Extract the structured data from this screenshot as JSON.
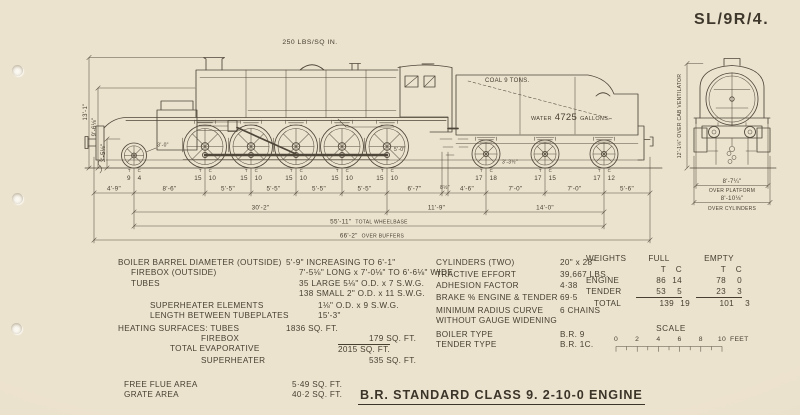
{
  "page": {
    "drawing_number": "SL/9R/4.",
    "title": "B.R. STANDARD CLASS 9. 2-10-0 ENGINE"
  },
  "drawing": {
    "pressure": "250 LBS/SQ IN.",
    "coal": "COAL 9 TONS.",
    "water_word": "WATER",
    "water_value": "4725",
    "water_unit": "GALLONS.",
    "heights": {
      "chimney": "13'-1\"",
      "boiler": "9'-6⅛\"",
      "platform": "3'-5⅛\""
    },
    "wheel_dia": {
      "pony": "3'-0\"",
      "driver": "5'-0\"",
      "tender": "3'-3½\""
    },
    "axle_header": {
      "tons": "T",
      "cwt": "C"
    },
    "engine_axles": [
      {
        "t": "9",
        "c": "4"
      },
      {
        "t": "15",
        "c": "10"
      },
      {
        "t": "15",
        "c": "10"
      },
      {
        "t": "15",
        "c": "10"
      },
      {
        "t": "15",
        "c": "10"
      },
      {
        "t": "15",
        "c": "10"
      }
    ],
    "tender_axles": [
      {
        "t": "17",
        "c": "18"
      },
      {
        "t": "17",
        "c": "15"
      },
      {
        "t": "17",
        "c": "12"
      }
    ],
    "dims_row1": [
      "4'-9\"",
      "8'-6\"",
      "5'-5\"",
      "5'-5\"",
      "5'-5\"",
      "5'-5\"",
      "6'-7\"",
      "8½\"",
      "4'-6\"",
      "7'-0\"",
      "7'-0\"",
      "5'-6\""
    ],
    "dims_row2": [
      "30'-2\"",
      "11'-9\"",
      "14'-0\""
    ],
    "total_wheelbase_value": "55'-11\"",
    "total_wheelbase_label": "TOTAL WHEELBASE",
    "over_buffers_value": "66'-2\"",
    "over_buffers_label": "OVER BUFFERS",
    "front": {
      "height_label": "12'-1⅛\" OVER CAB VENTILATOR",
      "platform_value": "8'-7¼\"",
      "platform_label": "OVER PLATFORM",
      "cylinders_value": "8'-10⅛\"",
      "cylinders_label": "OVER CYLINDERS"
    }
  },
  "specs_left": {
    "rows": [
      {
        "label": "BOILER BARREL DIAMETER (OUTSIDE)",
        "value": "5'-9\" INCREASING TO 6'-1\""
      },
      {
        "label": "FIREBOX (OUTSIDE)",
        "value": "7'-5⅛\" LONG x 7'-0⅛\" TO 6'-6⅛\" WIDE"
      },
      {
        "label": "TUBES",
        "value": "35 LARGE 5⅛\" O.D. x 7 S.W.G."
      },
      {
        "label": "",
        "value": "138 SMALL 2\" O.D. x 11 S.W.G."
      },
      {
        "label": "SUPERHEATER ELEMENTS",
        "value": "1⅛\" O.D. x 9 S.W.G."
      },
      {
        "label": "LENGTH BETWEEN TUBEPLATES",
        "value": "15'-3\""
      },
      {
        "label": "HEATING SURFACES: TUBES",
        "value": "1836 SQ. FT."
      },
      {
        "label": "FIREBOX",
        "value": "179 SQ. FT."
      },
      {
        "label": "TOTAL EVAPORATIVE",
        "value": "2015 SQ. FT."
      },
      {
        "label": "SUPERHEATER",
        "value": "535 SQ. FT."
      },
      {
        "label": "FREE FLUE AREA",
        "value": "5·49 SQ. FT."
      },
      {
        "label": "GRATE AREA",
        "value": "40·2 SQ. FT."
      }
    ]
  },
  "specs_right": {
    "rows": [
      {
        "label": "CYLINDERS (TWO)",
        "value": "20\" x 28\""
      },
      {
        "label": "TRACTIVE EFFORT",
        "value": "39,667 LBS."
      },
      {
        "label": "ADHESION FACTOR",
        "value": "4·38"
      },
      {
        "label": "BRAKE % ENGINE & TENDER",
        "value": "69·5"
      },
      {
        "label": "MINIMUM RADIUS CURVE",
        "label2": "WITHOUT GAUGE WIDENING",
        "value": "6 CHAINS"
      },
      {
        "label": "BOILER TYPE",
        "value": "B.R. 9"
      },
      {
        "label": "TENDER TYPE",
        "value": "B.R. 1C."
      }
    ]
  },
  "weights": {
    "title": "WEIGHTS",
    "col_full": "FULL",
    "col_empty": "EMPTY",
    "unit_tons": "T",
    "unit_cwt": "C",
    "rows": [
      {
        "label": "ENGINE",
        "full_t": "86",
        "full_c": "14",
        "empty_t": "78",
        "empty_c": "0"
      },
      {
        "label": "TENDER",
        "full_t": "53",
        "full_c": "5",
        "empty_t": "23",
        "empty_c": "3"
      },
      {
        "label": "TOTAL",
        "full_t": "139",
        "full_c": "19",
        "empty_t": "101",
        "empty_c": "3"
      }
    ]
  },
  "scale_bar": {
    "title": "SCALE",
    "ticks": [
      "0",
      "2",
      "4",
      "6",
      "8",
      "10"
    ],
    "unit": "FEET"
  }
}
